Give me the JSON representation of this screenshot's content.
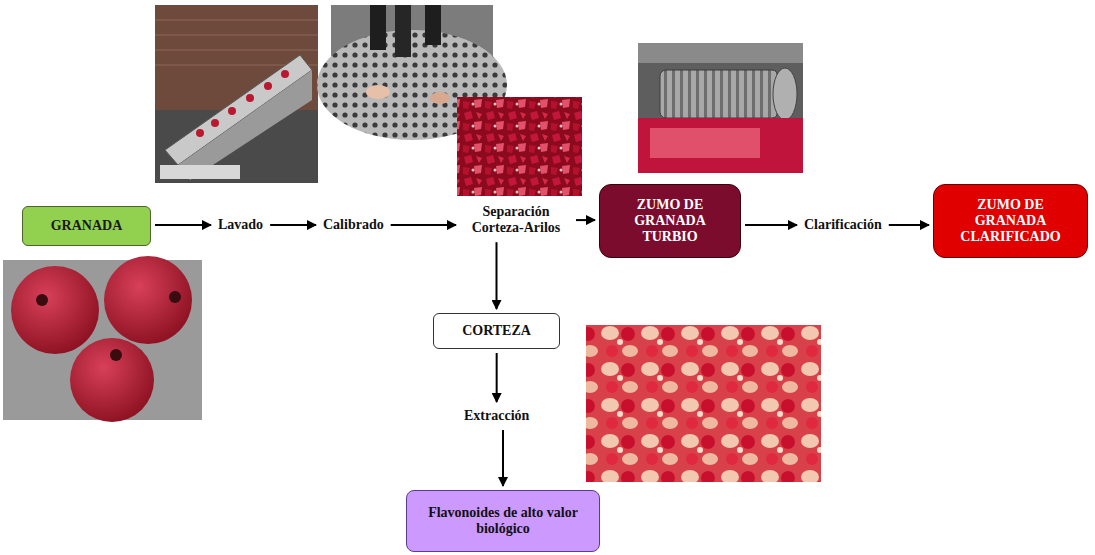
{
  "diagram": {
    "nodes": [
      {
        "text": [
          "GRANADA"
        ]
      },
      {
        "text": [
          "Lavado"
        ]
      },
      {
        "text": [
          "Calibrado"
        ]
      },
      {
        "text": [
          "Separación Corteza-Arilos"
        ]
      },
      {
        "text": [
          "ZUMO DE GRANADA TURBIO"
        ]
      },
      {
        "text": [
          "Clarificación"
        ]
      },
      {
        "text": [
          "ZUMO DE GRANADA CLARIFICADO"
        ]
      },
      {
        "text": [
          "CORTEZA"
        ]
      },
      {
        "text": [
          "Extracción"
        ]
      },
      {
        "text": [
          "Flavonoides de alto valor biológico"
        ]
      }
    ],
    "edges": [
      {
        "from": 0,
        "to": 1,
        "arrow": "to"
      },
      {
        "from": 1,
        "to": 2,
        "arrow": "to"
      },
      {
        "from": 2,
        "to": 3,
        "arrow": "to"
      },
      {
        "from": 3,
        "to": 4,
        "arrow": "to"
      },
      {
        "from": 4,
        "to": 5,
        "arrow": "to"
      },
      {
        "from": 5,
        "to": 6,
        "arrow": "to"
      },
      {
        "from": 3,
        "to": 7,
        "arrow": "to"
      },
      {
        "from": 7,
        "to": 8,
        "arrow": "to"
      },
      {
        "from": 8,
        "to": 9,
        "arrow": "to"
      }
    ]
  }
}
